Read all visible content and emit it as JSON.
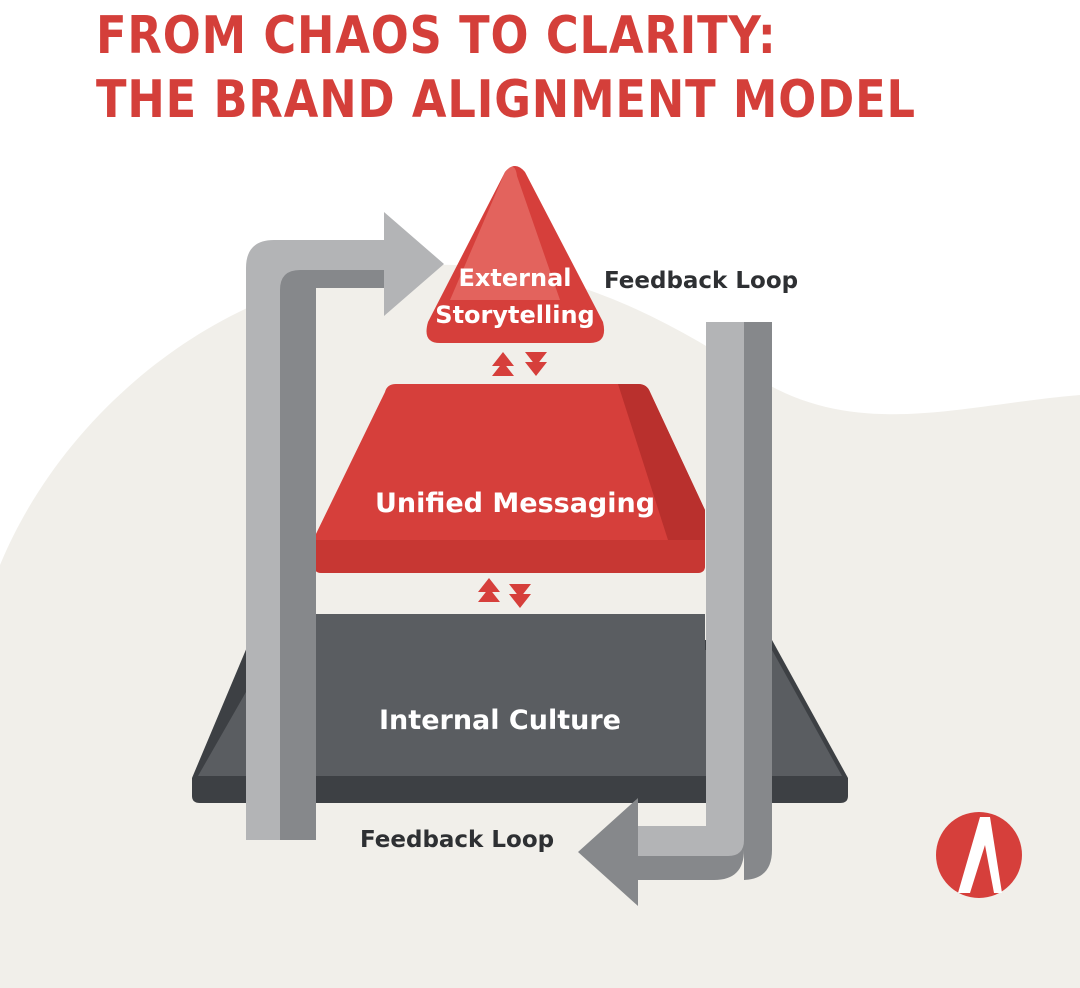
{
  "header": {
    "title_line_1": "FROM CHAOS TO CLARITY:",
    "title_line_2": "THE BRAND ALIGNMENT MODEL"
  },
  "diagram": {
    "top_tier": {
      "line_1": "External",
      "line_2": "Storytelling"
    },
    "middle_tier": {
      "label": "Unified Messaging"
    },
    "base_tier": {
      "label": "Internal Culture"
    },
    "feedback_loop_right": "Feedback Loop",
    "feedback_loop_bottom": "Feedback Loop"
  },
  "logo": {
    "name": "brand-logo"
  },
  "colors": {
    "title": "#d43f3a",
    "red": "#d63f3b",
    "red_dark": "#b9302d",
    "red_light": "#e56a64",
    "slate": "#5a5d61",
    "slate_dark": "#3d4044",
    "arrow_light": "#b3b4b6",
    "arrow_dark": "#86888b",
    "blob": "#f1efea",
    "label": "#2e3033"
  }
}
